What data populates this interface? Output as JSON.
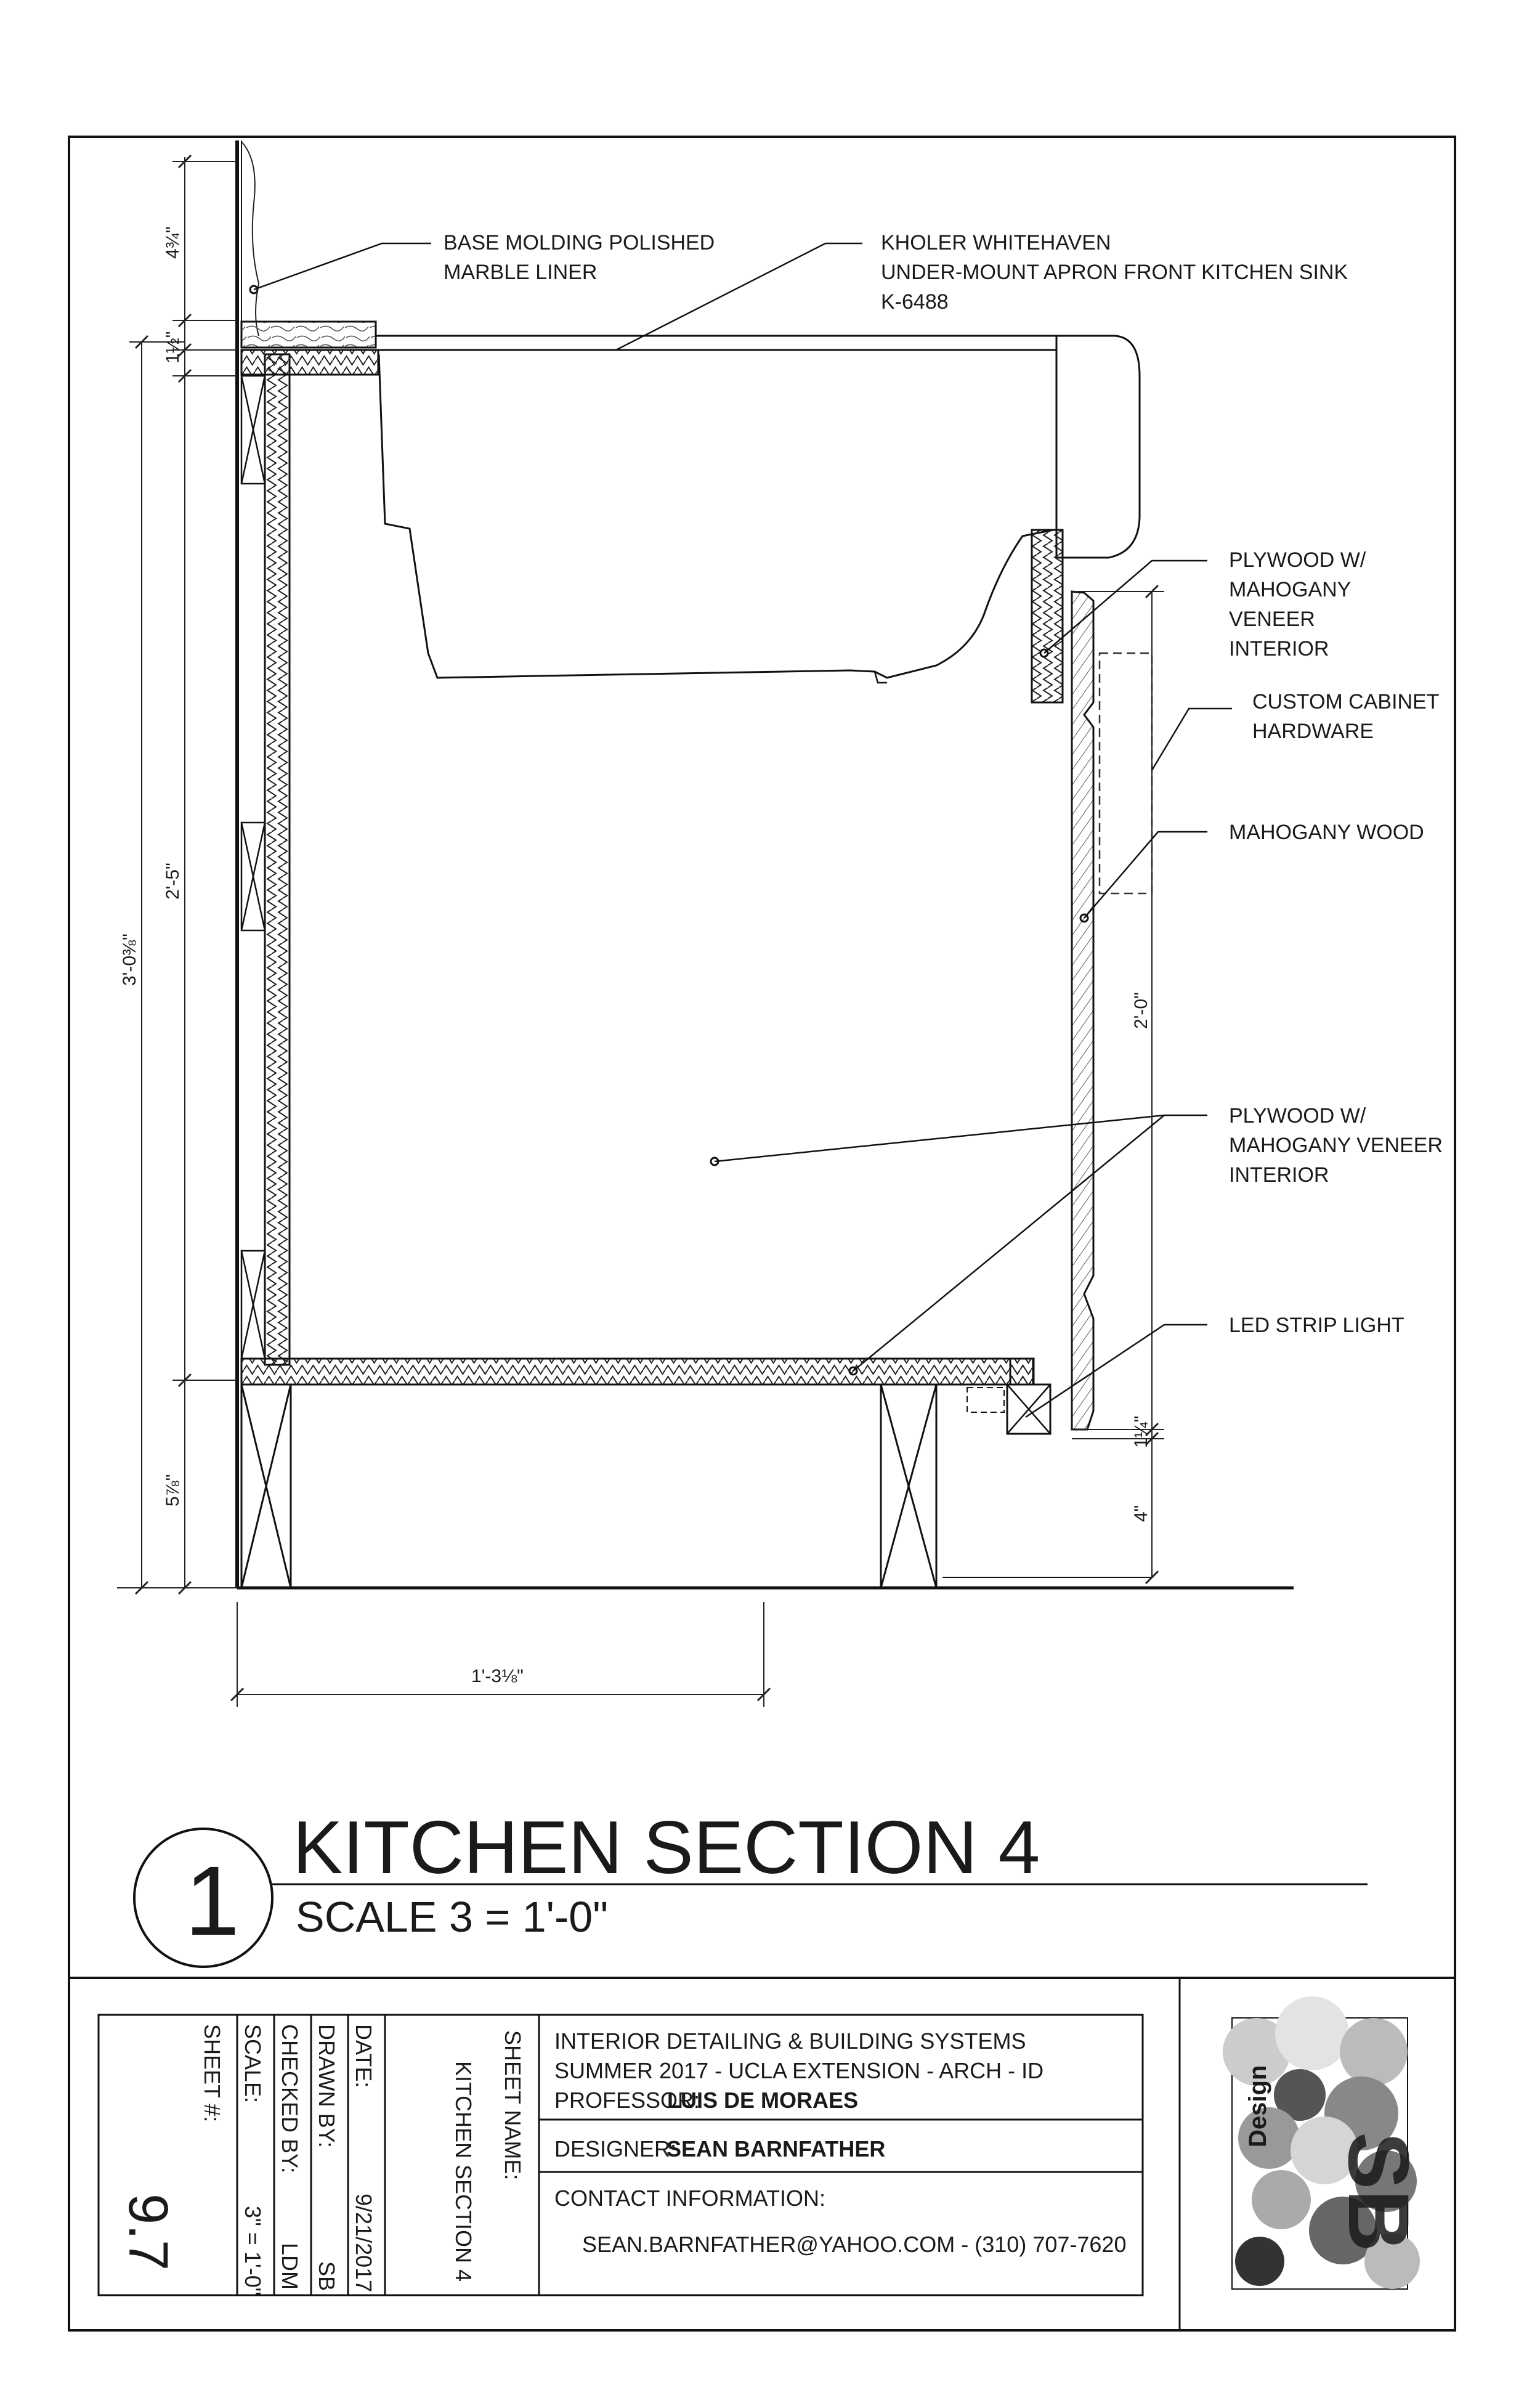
{
  "annotations": {
    "base_molding": [
      "BASE MOLDING POLISHED",
      "MARBLE LINER"
    ],
    "sink": [
      "KHOLER WHITEHAVEN",
      "UNDER-MOUNT APRON FRONT KITCHEN SINK",
      "K-6488"
    ],
    "plywood_veneer_1": [
      "PLYWOOD W/",
      "MAHOGANY",
      "VENEER",
      "INTERIOR"
    ],
    "cabinet_hardware": [
      "CUSTOM CABINET",
      "HARDWARE"
    ],
    "mahogany_wood": [
      "MAHOGANY WOOD"
    ],
    "plywood_veneer_2": [
      "PLYWOOD W/",
      "MAHOGANY VENEER",
      "INTERIOR"
    ],
    "led": [
      "LED STRIP LIGHT"
    ]
  },
  "dimensions": {
    "d1": "4¾\"",
    "d2": "1½\"",
    "d3": "2'-5\"",
    "d4": "3'-0⅜\"",
    "d5": "5⅞\"",
    "d6": "2'-0\"",
    "d7": "4\"",
    "d8": "1'-3⅛\"",
    "d9": "1¼\""
  },
  "drawing": {
    "number": "1",
    "title": "KITCHEN SECTION 4",
    "scale": "SCALE 3 = 1'-0\""
  },
  "title_block": {
    "course_line1": "INTERIOR DETAILING & BUILDING SYSTEMS",
    "course_line2": "SUMMER 2017 - UCLA EXTENSION - ARCH - ID",
    "professor_label": "PROFESSOR:",
    "professor": "LUIS DE MORAES",
    "designer_label": "DESIGNER:",
    "designer": "SEAN BARNFATHER",
    "contact_label": "CONTACT INFORMATION:",
    "contact": "SEAN.BARNFATHER@YAHOO.COM   -   (310) 707-7620",
    "sheet_name_label": "SHEET NAME:",
    "sheet_name": "KITCHEN SECTION 4",
    "date_label": "DATE:",
    "date": "9/21/2017",
    "drawn_label": "DRAWN BY:",
    "drawn": "SB",
    "checked_label": "CHECKED BY:",
    "checked": "LDM",
    "scale_label": "SCALE:",
    "scale": "3\" = 1'-0\"",
    "sheet_label": "SHEET #:",
    "sheet": "9.7"
  },
  "logo": {
    "text": "Design",
    "letters": "SB"
  }
}
